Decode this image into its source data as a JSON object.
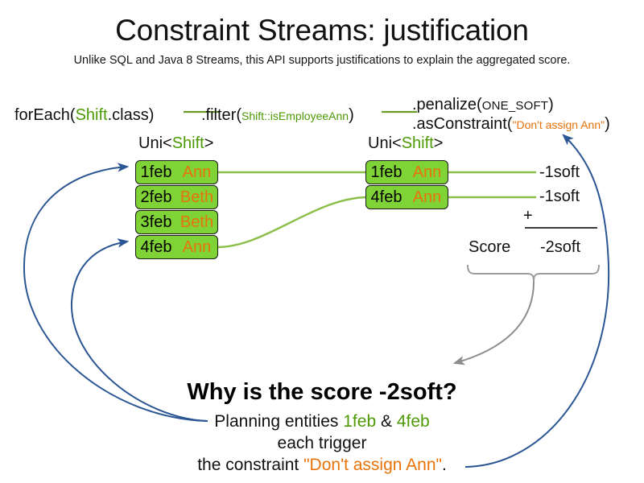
{
  "slide": {
    "title": "Constraint Streams: justification",
    "subtitle": "Unlike SQL and Java 8 Streams, this API supports justifications to explain the aggregated score."
  },
  "colors": {
    "green_text": "#4e9a06",
    "orange_text": "#e8730a",
    "cell_fill": "#7fd336",
    "blue_arrow": "#2b5693",
    "gray_arrow": "#8d8d8d",
    "green_line": "#8cbf4a"
  },
  "pipeline": {
    "for_each": {
      "call": "forEach(",
      "type": "Shift",
      "tail": ".class)"
    },
    "filter": {
      "call": ".filter(",
      "arg": "Shift::isEmployeeAnn",
      "tail": ")"
    },
    "penalize": {
      "call": ".penalize(",
      "arg": "ONE_SOFT",
      "tail": ")"
    },
    "as_constraint": {
      "call": ".asConstraint(",
      "arg": "\"Don't assign Ann\"",
      "tail": ")"
    }
  },
  "streams": {
    "left": {
      "label_prefix": "Uni<",
      "label_type": "Shift",
      "label_suffix": ">",
      "rows": [
        {
          "date": "1feb",
          "employee": "Ann"
        },
        {
          "date": "2feb",
          "employee": "Beth"
        },
        {
          "date": "3feb",
          "employee": "Beth"
        },
        {
          "date": "4feb",
          "employee": "Ann"
        }
      ]
    },
    "right": {
      "label_prefix": "Uni<",
      "label_type": "Shift",
      "label_suffix": ">",
      "rows": [
        {
          "date": "1feb",
          "employee": "Ann",
          "penalty": "-1soft"
        },
        {
          "date": "4feb",
          "employee": "Ann",
          "penalty": "-1soft"
        }
      ]
    }
  },
  "score": {
    "operator": "+",
    "label": "Score",
    "total": "-2soft"
  },
  "explanation": {
    "question": "Why is the score -2soft?",
    "line1_prefix": "Planning entities ",
    "line1_entity_a": "1feb",
    "line1_amp": " & ",
    "line1_entity_b": "4feb",
    "line2": "each trigger",
    "line3_prefix": "the constraint ",
    "line3_constraint": "\"Don't assign Ann\"",
    "line3_suffix": "."
  }
}
